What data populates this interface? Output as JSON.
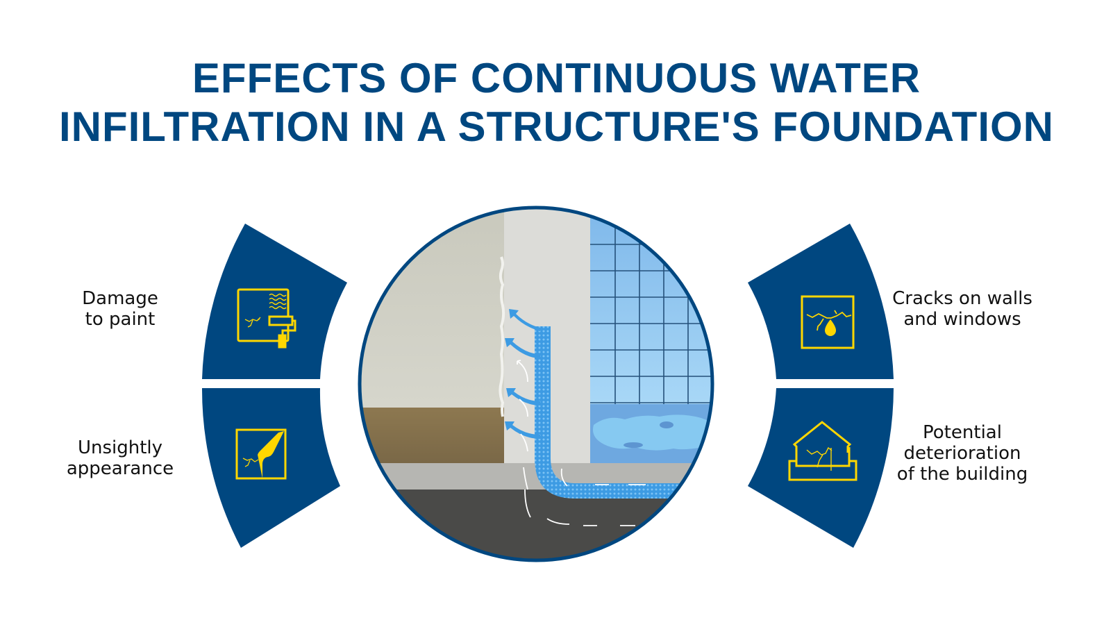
{
  "title": {
    "line1": "EFFECTS OF CONTINUOUS WATER",
    "line2": "INFILTRATION IN A STRUCTURE'S FOUNDATION"
  },
  "colors": {
    "primary_blue": "#004780",
    "icon_yellow": "#FFD700",
    "water_blue": "#3A9BE0",
    "text": "#111111"
  },
  "effects": [
    {
      "id": "damage-to-paint",
      "line1": "Damage",
      "line2": "to paint",
      "icon": "paint-roller-wall-icon",
      "position": "top-left"
    },
    {
      "id": "unsightly-appearance",
      "line1": "Unsightly",
      "line2": "appearance",
      "icon": "peeling-wall-icon",
      "position": "bottom-left"
    },
    {
      "id": "cracks-on-walls",
      "line1": "Cracks on walls",
      "line2": "and windows",
      "icon": "crack-with-drop-icon",
      "position": "top-right"
    },
    {
      "id": "building-deterioration",
      "line1": "Potential",
      "line2": "deterioration",
      "line3": "of the building",
      "icon": "cracked-house-icon",
      "position": "bottom-right"
    }
  ],
  "illustration": {
    "description": "Cross-section of a wall and floor showing water rising by capillarity from the ground into the wall, with a tiled wet room on the right and damaged paint on the left"
  }
}
